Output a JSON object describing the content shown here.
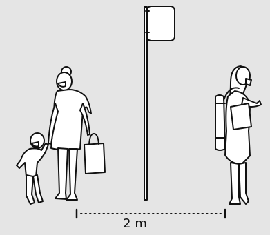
{
  "scene": {
    "background": "#e5e5e5",
    "figure_fill": "#ffffff",
    "stroke": "#111111"
  },
  "distance": {
    "label": "2 m"
  },
  "figures": [
    {
      "name": "adult-with-bag-figure"
    },
    {
      "name": "child-figure"
    },
    {
      "name": "woman-with-backpack-figure"
    }
  ],
  "icons": [
    "sign-post-icon",
    "face-mask-icon"
  ]
}
